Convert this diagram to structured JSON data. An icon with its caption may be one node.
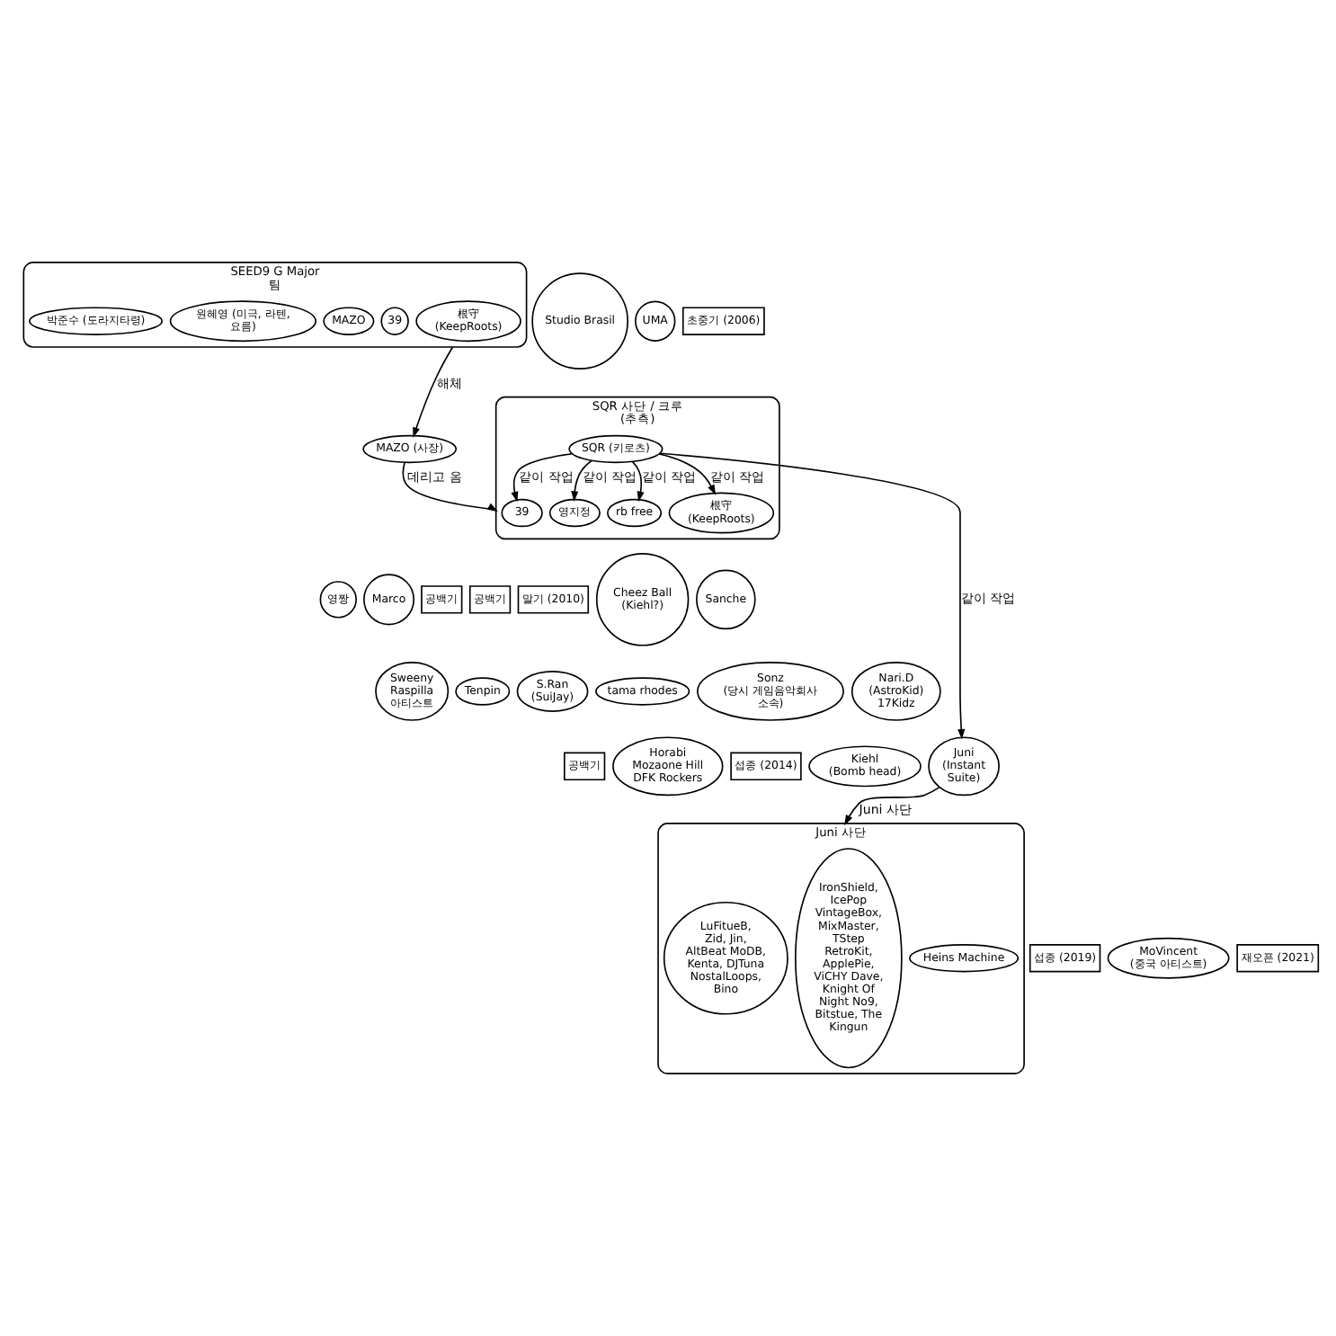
{
  "diagram": {
    "nodes": [
      {
        "text": [
          "SEED9 G Major 팀"
        ]
      },
      {
        "text": [
          "根守 (KeepRoots)"
        ],
        "in": 0
      },
      {
        "text": [
          "39"
        ],
        "in": 0
      },
      {
        "text": [
          "MAZO"
        ],
        "in": 0
      },
      {
        "text": [
          "원혜영 (미극, 라텐, 요름)"
        ],
        "in": 0
      },
      {
        "text": [
          "박준수 (도라지타령)"
        ],
        "in": 0
      },
      {
        "text": [
          "Studio Brasil"
        ]
      },
      {
        "text": [
          "UMA"
        ]
      },
      {
        "text": [
          "초중기 (2006)"
        ]
      },
      {
        "text": [
          "SQR 사단 / 크루 (추측)"
        ]
      },
      {
        "text": [
          "39"
        ],
        "in": 9
      },
      {
        "text": [
          "SQR (키로츠)"
        ],
        "in": 9
      },
      {
        "text": [
          "根守 (KeepRoots)"
        ],
        "in": 9
      },
      {
        "text": [
          "영지정"
        ],
        "in": 9
      },
      {
        "text": [
          "rb free"
        ],
        "in": 9
      },
      {
        "text": [
          "MAZO (사장)"
        ]
      },
      {
        "text": [
          "Cheez Ball (Kiehl?)"
        ]
      },
      {
        "text": [
          "Sanche"
        ]
      },
      {
        "text": [
          "영짱"
        ]
      },
      {
        "text": [
          "Marco"
        ]
      },
      {
        "text": [
          "공백기"
        ]
      },
      {
        "text": [
          "공백기"
        ]
      },
      {
        "text": [
          "말기 (2010)"
        ]
      },
      {
        "text": [
          "Sonz",
          "(당시 게임음악회사 소속)"
        ]
      },
      {
        "text": [
          "Nari.D",
          "(AstroKid) 17Kidz"
        ]
      },
      {
        "text": [
          "Sweeny Raspilla",
          "아티스트"
        ]
      },
      {
        "text": [
          "Tenpin"
        ]
      },
      {
        "text": [
          "S.Ran (SuiJay)"
        ]
      },
      {
        "text": [
          "tama rhodes"
        ]
      },
      {
        "text": [
          "Juni",
          "(Instant Suite)"
        ]
      },
      {
        "text": [
          "Kiehl",
          "(Bomb head)"
        ]
      },
      {
        "text": [
          "공백기"
        ]
      },
      {
        "text": [
          "Horabi",
          "Mozaone Hill DFK Rockers"
        ]
      },
      {
        "text": [
          "섭종 (2014)"
        ]
      },
      {
        "text": [
          "Juni 사단"
        ]
      },
      {
        "text": [
          "IronShield, IcePop VintageBox, MixMaster, TStep RetroKit, ApplePie, ViCHY Dave, Knight Of Night No9, Bitstue, The Kingun"
        ],
        "in": 34
      },
      {
        "text": [
          "Heins Machine"
        ],
        "in": 34
      },
      {
        "text": [
          "LuFitueB, Zid, Jin, AltBeat MoDB, Kenta, DJTuna NostalLoops, Bino"
        ],
        "in": 34
      },
      {
        "text": [
          "섭종 (2019)"
        ]
      },
      {
        "text": [
          "MoVincent",
          "(중국 아티스트)"
        ]
      },
      {
        "text": [
          "재오픈 (2021)"
        ]
      }
    ],
    "edges": [
      {
        "from": 0,
        "to": 15,
        "arrow": "to",
        "label": "해체"
      },
      {
        "from": 15,
        "to": 9,
        "arrow": "to",
        "label": "데리고 옴"
      },
      {
        "from": 11,
        "to": 10,
        "arrow": "to",
        "label": "같이 작업"
      },
      {
        "from": 11,
        "to": 12,
        "arrow": "to",
        "label": "같이 작업"
      },
      {
        "from": 11,
        "to": 14,
        "arrow": "to",
        "label": "같이 작업"
      },
      {
        "from": 11,
        "to": 13,
        "arrow": "to",
        "label": "같이 작업"
      },
      {
        "from": 11,
        "to": 29,
        "arrow": "to",
        "label": "같이 작업"
      },
      {
        "from": 29,
        "to": 34,
        "arrow": "to",
        "label": "Juni 사단"
      }
    ]
  }
}
